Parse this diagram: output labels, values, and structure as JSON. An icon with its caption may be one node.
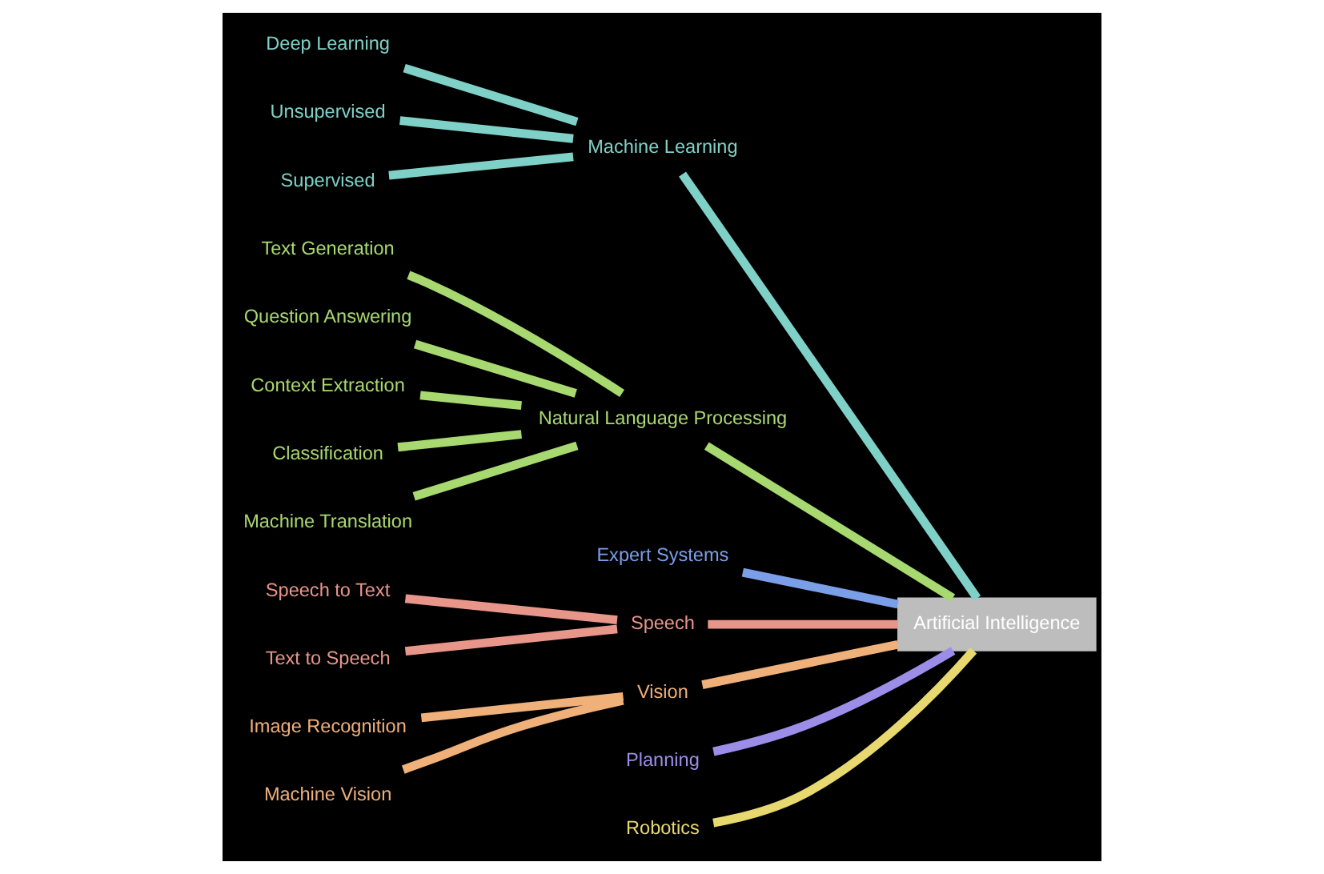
{
  "diagram": {
    "nodes": [
      {
        "text": [
          "Artificial Intelligence"
        ]
      },
      {
        "text": [
          "Machine Learning"
        ]
      },
      {
        "text": [
          "Deep Learning"
        ]
      },
      {
        "text": [
          "Unsupervised"
        ]
      },
      {
        "text": [
          "Supervised"
        ]
      },
      {
        "text": [
          "Natural Language Processing"
        ]
      },
      {
        "text": [
          "Text Generation"
        ]
      },
      {
        "text": [
          "Question Answering"
        ]
      },
      {
        "text": [
          "Context Extraction"
        ]
      },
      {
        "text": [
          "Classification"
        ]
      },
      {
        "text": [
          "Machine Translation"
        ]
      },
      {
        "text": [
          "Expert Systems"
        ]
      },
      {
        "text": [
          "Speech"
        ]
      },
      {
        "text": [
          "Speech to Text"
        ]
      },
      {
        "text": [
          "Text to Speech"
        ]
      },
      {
        "text": [
          "Vision"
        ]
      },
      {
        "text": [
          "Image Recognition"
        ]
      },
      {
        "text": [
          "Machine Vision"
        ]
      },
      {
        "text": [
          "Planning"
        ]
      },
      {
        "text": [
          "Robotics"
        ]
      }
    ],
    "edges": [
      {
        "from": 0,
        "to": 1,
        "arrow": "none",
        "color": "#7fd1c8"
      },
      {
        "from": 1,
        "to": 2,
        "arrow": "none",
        "color": "#7fd1c8"
      },
      {
        "from": 1,
        "to": 3,
        "arrow": "none",
        "color": "#7fd1c8"
      },
      {
        "from": 1,
        "to": 4,
        "arrow": "none",
        "color": "#7fd1c8"
      },
      {
        "from": 0,
        "to": 5,
        "arrow": "none",
        "color": "#a8d870"
      },
      {
        "from": 5,
        "to": 6,
        "arrow": "none",
        "color": "#a8d870"
      },
      {
        "from": 5,
        "to": 7,
        "arrow": "none",
        "color": "#a8d870"
      },
      {
        "from": 5,
        "to": 8,
        "arrow": "none",
        "color": "#a8d870"
      },
      {
        "from": 5,
        "to": 9,
        "arrow": "none",
        "color": "#a8d870"
      },
      {
        "from": 5,
        "to": 10,
        "arrow": "none",
        "color": "#a8d870"
      },
      {
        "from": 0,
        "to": 11,
        "arrow": "none",
        "color": "#7b9ee8"
      },
      {
        "from": 0,
        "to": 12,
        "arrow": "none",
        "color": "#e8958a"
      },
      {
        "from": 12,
        "to": 13,
        "arrow": "none",
        "color": "#e8958a"
      },
      {
        "from": 12,
        "to": 14,
        "arrow": "none",
        "color": "#e8958a"
      },
      {
        "from": 0,
        "to": 15,
        "arrow": "none",
        "color": "#f0b07a"
      },
      {
        "from": 15,
        "to": 16,
        "arrow": "none",
        "color": "#f0b07a"
      },
      {
        "from": 15,
        "to": 17,
        "arrow": "none",
        "color": "#f0b07a"
      },
      {
        "from": 0,
        "to": 18,
        "arrow": "none",
        "color": "#9c8ee8"
      },
      {
        "from": 0,
        "to": 19,
        "arrow": "none",
        "color": "#e8d870"
      }
    ]
  }
}
